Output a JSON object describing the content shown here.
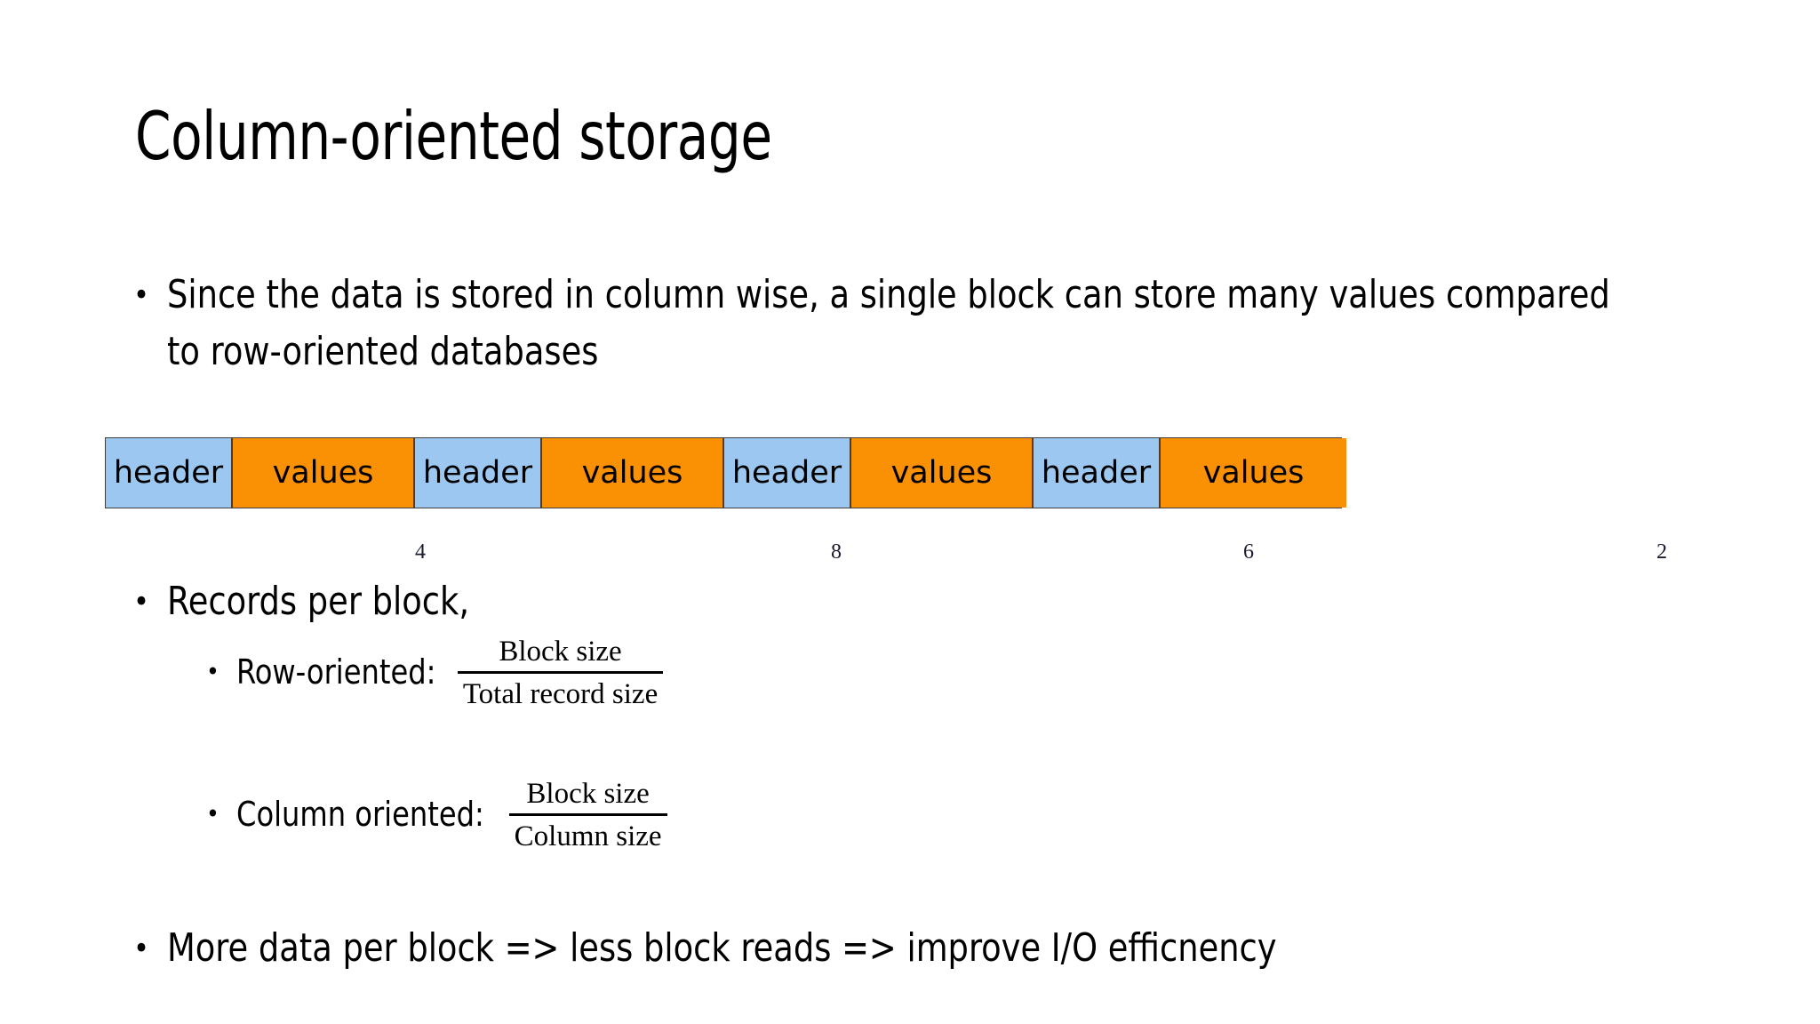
{
  "slide": {
    "title": "Column-oriented storage",
    "background_color": "#FFFFFF",
    "text_color": "#000000"
  },
  "bullets": [
    {
      "marker": "•",
      "level": 1,
      "text": "Since the data is stored in column wise, a single block can store many values compared to row-oriented databases"
    },
    {
      "marker": "•",
      "level": 1,
      "text": "Records per block,"
    },
    {
      "marker": "•",
      "level": 1,
      "text": "More data per block => less block reads => improve I/O efficnency"
    }
  ],
  "sub_bullets": [
    {
      "marker": "•",
      "label": "Row-oriented:",
      "numerator": "Block size",
      "denominator": "Total record size"
    },
    {
      "marker": "•",
      "label": "Column oriented:",
      "numerator": "Block size",
      "denominator": "Column size"
    }
  ],
  "diagram": {
    "header_color": "#9CC7F0",
    "values_color": "#FA9104",
    "border_color": "#3F3F3F",
    "cells": [
      {
        "type": "header",
        "label": "header"
      },
      {
        "type": "values",
        "label": "values"
      },
      {
        "type": "header",
        "label": "header"
      },
      {
        "type": "values",
        "label": "values"
      },
      {
        "type": "header",
        "label": "header"
      },
      {
        "type": "values",
        "label": "values"
      },
      {
        "type": "header",
        "label": "header"
      },
      {
        "type": "values",
        "label": "values"
      }
    ],
    "block_numbers": [
      "4",
      "8",
      "6",
      "2"
    ]
  }
}
